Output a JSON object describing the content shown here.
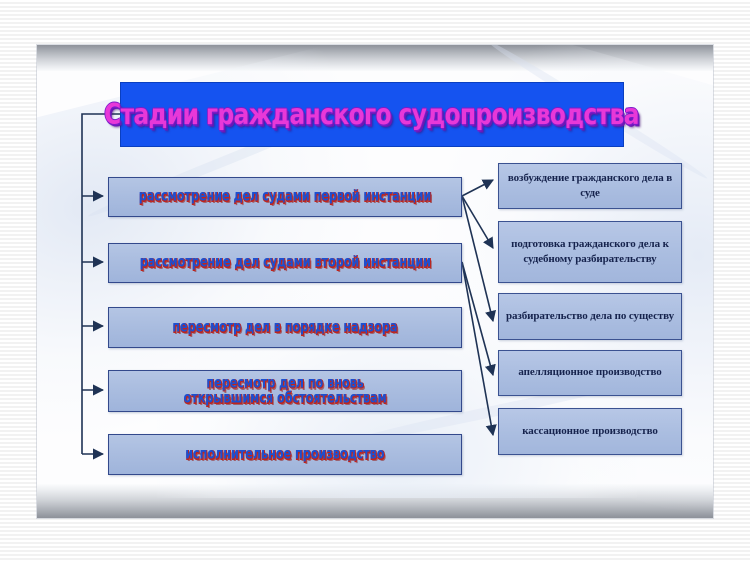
{
  "slide": {
    "title": "Стадии гражданского судопроизводства",
    "title_color": "#e838d8",
    "banner_color": "#1553f0",
    "box_fill": "#aabde0",
    "left_text_color": "#1d4fd0",
    "left_outline_color": "#c0241c",
    "right_text_color": "#16234d",
    "connector_color": "#1f3355"
  },
  "left_stages": [
    {
      "label": "рассмотрение дел судами первой инстанции"
    },
    {
      "label": "рассмотрение дел судами второй инстанции"
    },
    {
      "label": "пересмотр дел в порядке надзора"
    },
    {
      "label_line1": "пересмотр дел по вновь",
      "label_line2": "открывшимся обстоятельствам"
    },
    {
      "label": "исполнительное производство"
    }
  ],
  "right_stages": [
    {
      "label": "возбуждение гражданского дела в суде"
    },
    {
      "label": "подготовка гражданского дела к судебному разбирательству"
    },
    {
      "label": "разбирательство дела по существу"
    },
    {
      "label": "апелляционное производство"
    },
    {
      "label": "кассационное производство"
    }
  ]
}
